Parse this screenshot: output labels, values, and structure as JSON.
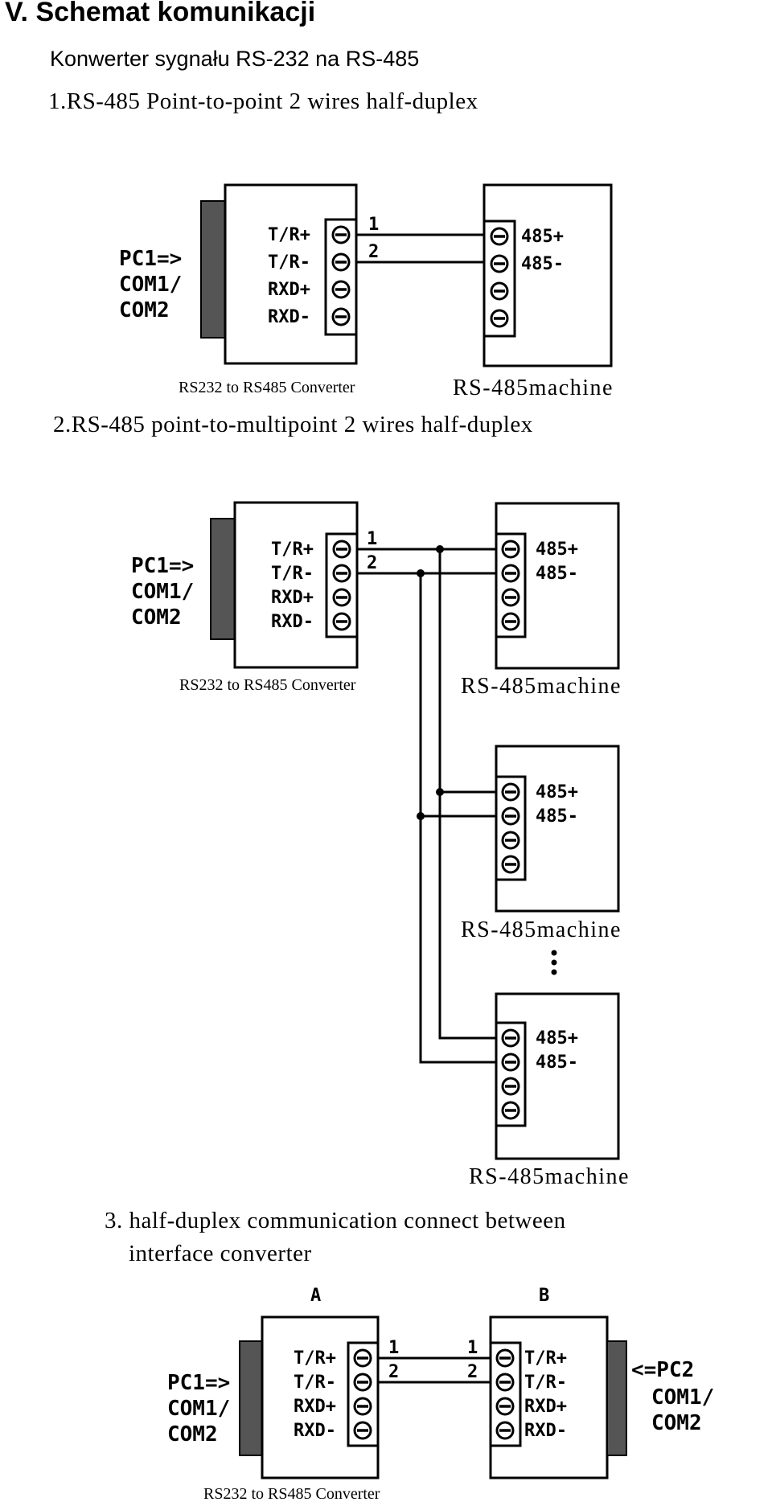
{
  "section_title": "V.  Schemat komunikacji",
  "subtitle": "Konwerter sygnału RS-232 na RS-485",
  "diagrams": [
    {
      "heading": "1.RS-485 Point-to-point 2 wires half-duplex",
      "pc_label": [
        "PC1=>",
        "COM1/",
        "COM2"
      ],
      "converter_terminals": [
        "T/R+",
        "T/R-",
        "RXD+",
        "RXD-"
      ],
      "wires": [
        "1",
        "2"
      ],
      "converter_caption": "RS232 to RS485 Converter",
      "machine_terminals": [
        "485+",
        "485-"
      ],
      "machine_caption": "RS-485machine"
    },
    {
      "heading": "2.RS-485 point-to-multipoint  2 wires half-duplex",
      "pc_label": [
        "PC1=>",
        "COM1/",
        "COM2"
      ],
      "converter_terminals": [
        "T/R+",
        "T/R-",
        "RXD+",
        "RXD-"
      ],
      "wires": [
        "1",
        "2"
      ],
      "converter_caption": "RS232 to RS485 Converter",
      "machines": [
        {
          "terminals": [
            "485+",
            "485-"
          ],
          "caption": "RS-485machine"
        },
        {
          "terminals": [
            "485+",
            "485-"
          ],
          "caption": "RS-485machine"
        },
        {
          "terminals": [
            "485+",
            "485-"
          ],
          "caption": "RS-485machine"
        }
      ],
      "ellipsis": "⋮"
    },
    {
      "heading_line1": "3.           half-duplex communication connect between",
      "heading_line2": "interface converter",
      "label_a": "A",
      "label_b": "B",
      "pc_left": [
        "PC1=>",
        "COM1/",
        "COM2"
      ],
      "terminals_a": [
        "T/R+",
        "T/R-",
        "RXD+",
        "RXD-"
      ],
      "wires_a": [
        "1",
        "2"
      ],
      "wires_b": [
        "1",
        "2"
      ],
      "terminals_b": [
        "T/R+",
        "T/R-",
        "RXD+",
        "RXD-"
      ],
      "pc_right": [
        "<=PC2",
        "COM1/",
        "COM2"
      ],
      "converter_caption": "RS232 to RS485 Converter"
    }
  ]
}
